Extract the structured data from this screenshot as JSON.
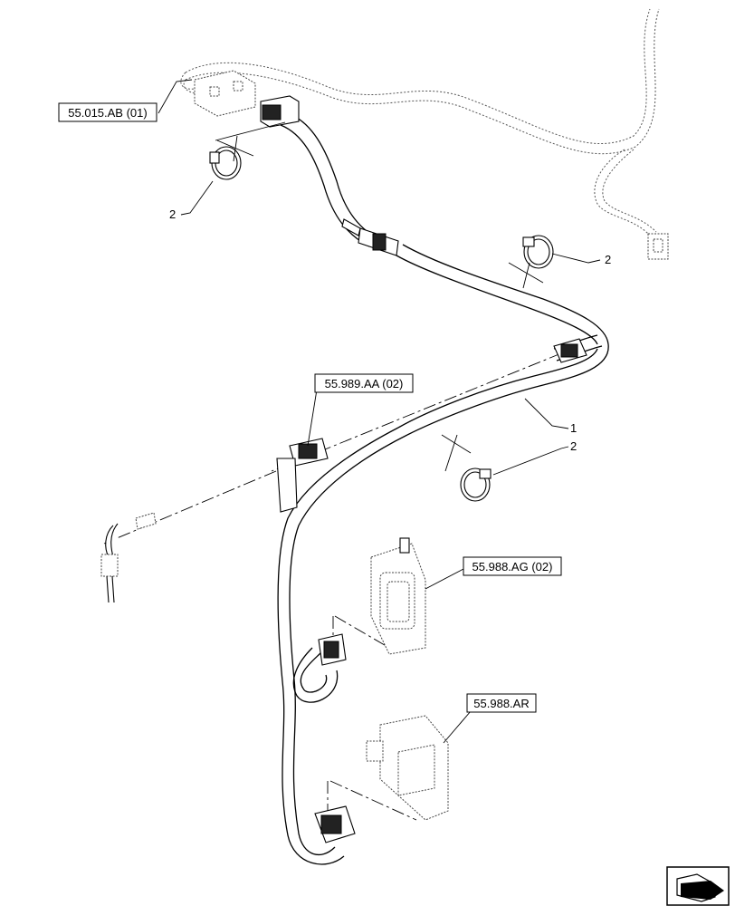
{
  "callouts": [
    {
      "id": "c1",
      "label": "55.015.AB (01)"
    },
    {
      "id": "c2",
      "label": "55.989.AA (02)"
    },
    {
      "id": "c3",
      "label": "55.988.AG (02)"
    },
    {
      "id": "c4",
      "label": "55.988.AR"
    }
  ],
  "item_numbers": {
    "n1": "1",
    "n2a": "2",
    "n2b": "2",
    "n2c": "2"
  },
  "nav": {
    "icon": "next-page-arrow-icon"
  }
}
